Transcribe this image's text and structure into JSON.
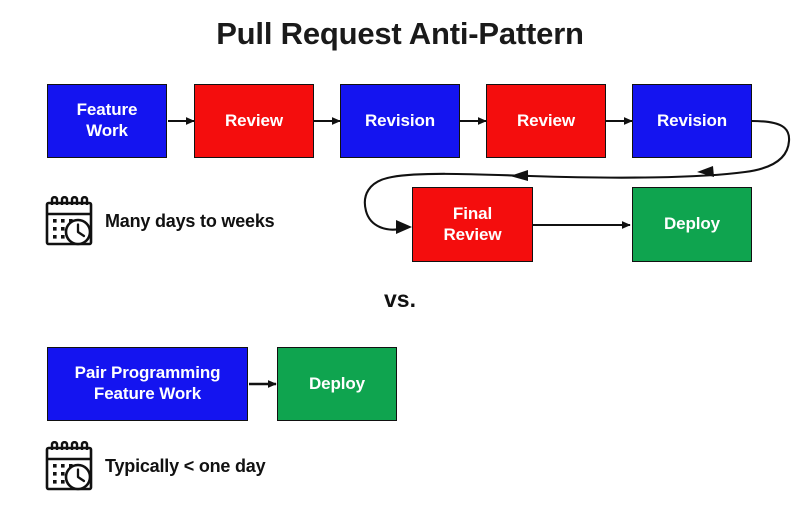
{
  "title": "Pull Request Anti-Pattern",
  "divider": {
    "label": "vs."
  },
  "colors": {
    "blue": "#1414f0",
    "red": "#f40d0d",
    "green": "#0fa44f",
    "stroke": "#111111",
    "background": "#ffffff",
    "text_on_node": "#ffffff",
    "text_dark": "#1a1a1a"
  },
  "anti_pattern_flow": {
    "row1": [
      {
        "label_line1": "Feature",
        "label_line2": "Work",
        "color": "blue"
      },
      {
        "label_line1": "Review",
        "label_line2": "",
        "color": "red"
      },
      {
        "label_line1": "Revision",
        "label_line2": "",
        "color": "blue"
      },
      {
        "label_line1": "Review",
        "label_line2": "",
        "color": "red"
      },
      {
        "label_line1": "Revision",
        "label_line2": "",
        "color": "blue"
      }
    ],
    "row2": [
      {
        "label_line1": "Final",
        "label_line2": "Review",
        "color": "red"
      },
      {
        "label_line1": "Deploy",
        "label_line2": "",
        "color": "green"
      }
    ],
    "caption": {
      "icon": "calendar-clock-icon",
      "text": "Many days to weeks"
    }
  },
  "pair_programming_flow": {
    "boxes": [
      {
        "label_line1": "Pair Programming",
        "label_line2": "Feature Work",
        "color": "blue"
      },
      {
        "label_line1": "Deploy",
        "label_line2": "",
        "color": "green"
      }
    ],
    "caption": {
      "icon": "calendar-clock-icon",
      "text": "Typically < one day"
    }
  }
}
